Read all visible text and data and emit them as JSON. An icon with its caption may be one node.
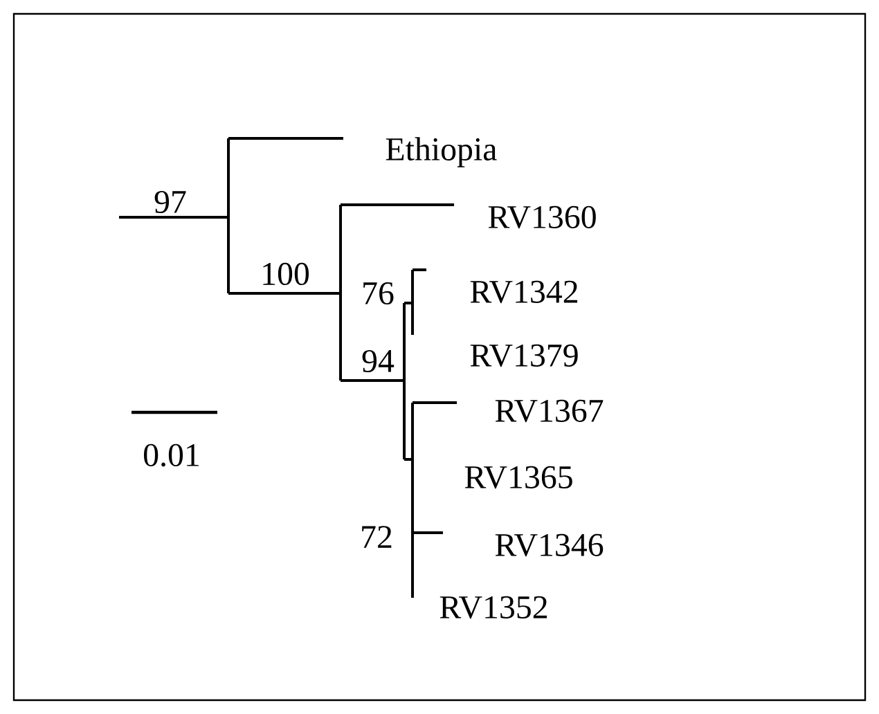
{
  "diagram": {
    "labels": [
      "Ethiopia",
      "97",
      "RV1360",
      "100",
      "76",
      "RV1342",
      "RV1379",
      "94",
      "RV1367",
      "0.01",
      "RV1365",
      "72",
      "RV1346",
      "RV1352"
    ]
  }
}
